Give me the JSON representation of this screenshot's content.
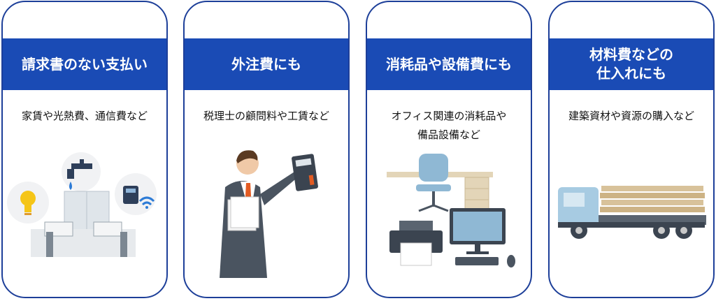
{
  "colors": {
    "border": "#1d3f99",
    "band": "#1a4bb5"
  },
  "cards": [
    {
      "title": "請求書のない支払い",
      "description": "家賃や光熱費、通信費など",
      "illustration": "office-utilities-illustration"
    },
    {
      "title": "外注費にも",
      "description": "税理士の顧問料や工賃など",
      "illustration": "businessman-calculator-illustration"
    },
    {
      "title": "消耗品や設備費にも",
      "description": "オフィス関連の消耗品や\n備品設備など",
      "illustration": "office-equipment-illustration"
    },
    {
      "title": "材料費などの\n仕入れにも",
      "description": "建築資材や資源の購入など",
      "illustration": "lumber-truck-illustration"
    }
  ]
}
